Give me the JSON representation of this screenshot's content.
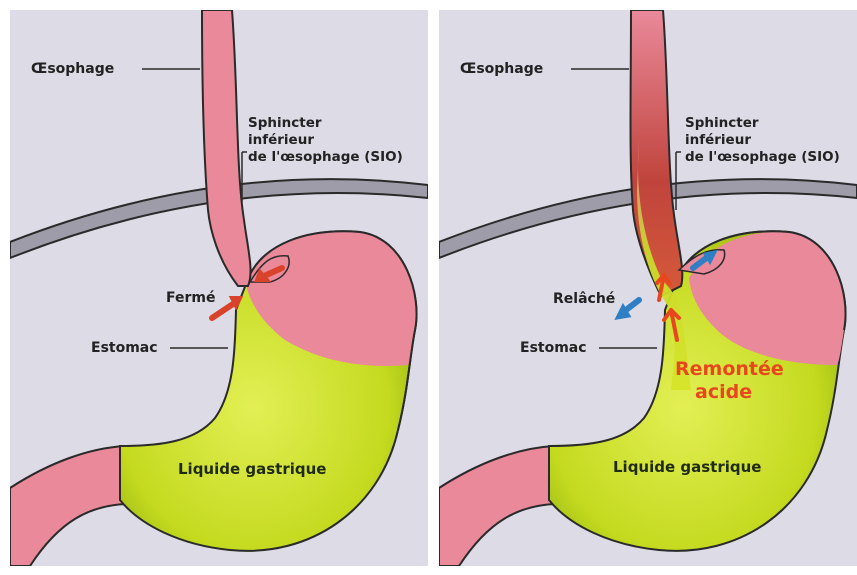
{
  "panels": [
    {
      "state": "closed",
      "labels": {
        "esophagus": "Œsophage",
        "sphincter_line1": "Sphincter",
        "sphincter_line2": "inférieur",
        "sphincter_line3": "de l'œsophage (SIO)",
        "sphincter_state": "Fermé",
        "stomach": "Estomac",
        "gastric_liquid": "Liquide gastrique"
      }
    },
    {
      "state": "relaxed",
      "labels": {
        "esophagus": "Œsophage",
        "sphincter_line1": "Sphincter",
        "sphincter_line2": "inférieur",
        "sphincter_line3": "de l'œsophage (SIO)",
        "sphincter_state": "Relâché",
        "stomach": "Estomac",
        "acid_reflux_line1": "Remontée",
        "acid_reflux_line2": "acide",
        "gastric_liquid": "Liquide gastrique"
      }
    }
  ],
  "colors": {
    "background": "#dcdbe6",
    "tissue_pink": "#e9899a",
    "gastric_yellow": "#c9de22",
    "outline": "#2a2a2a",
    "arrow_closed": "#d9432b",
    "arrow_relaxed": "#2f7fc4",
    "reflux_red": "#e8461f"
  }
}
